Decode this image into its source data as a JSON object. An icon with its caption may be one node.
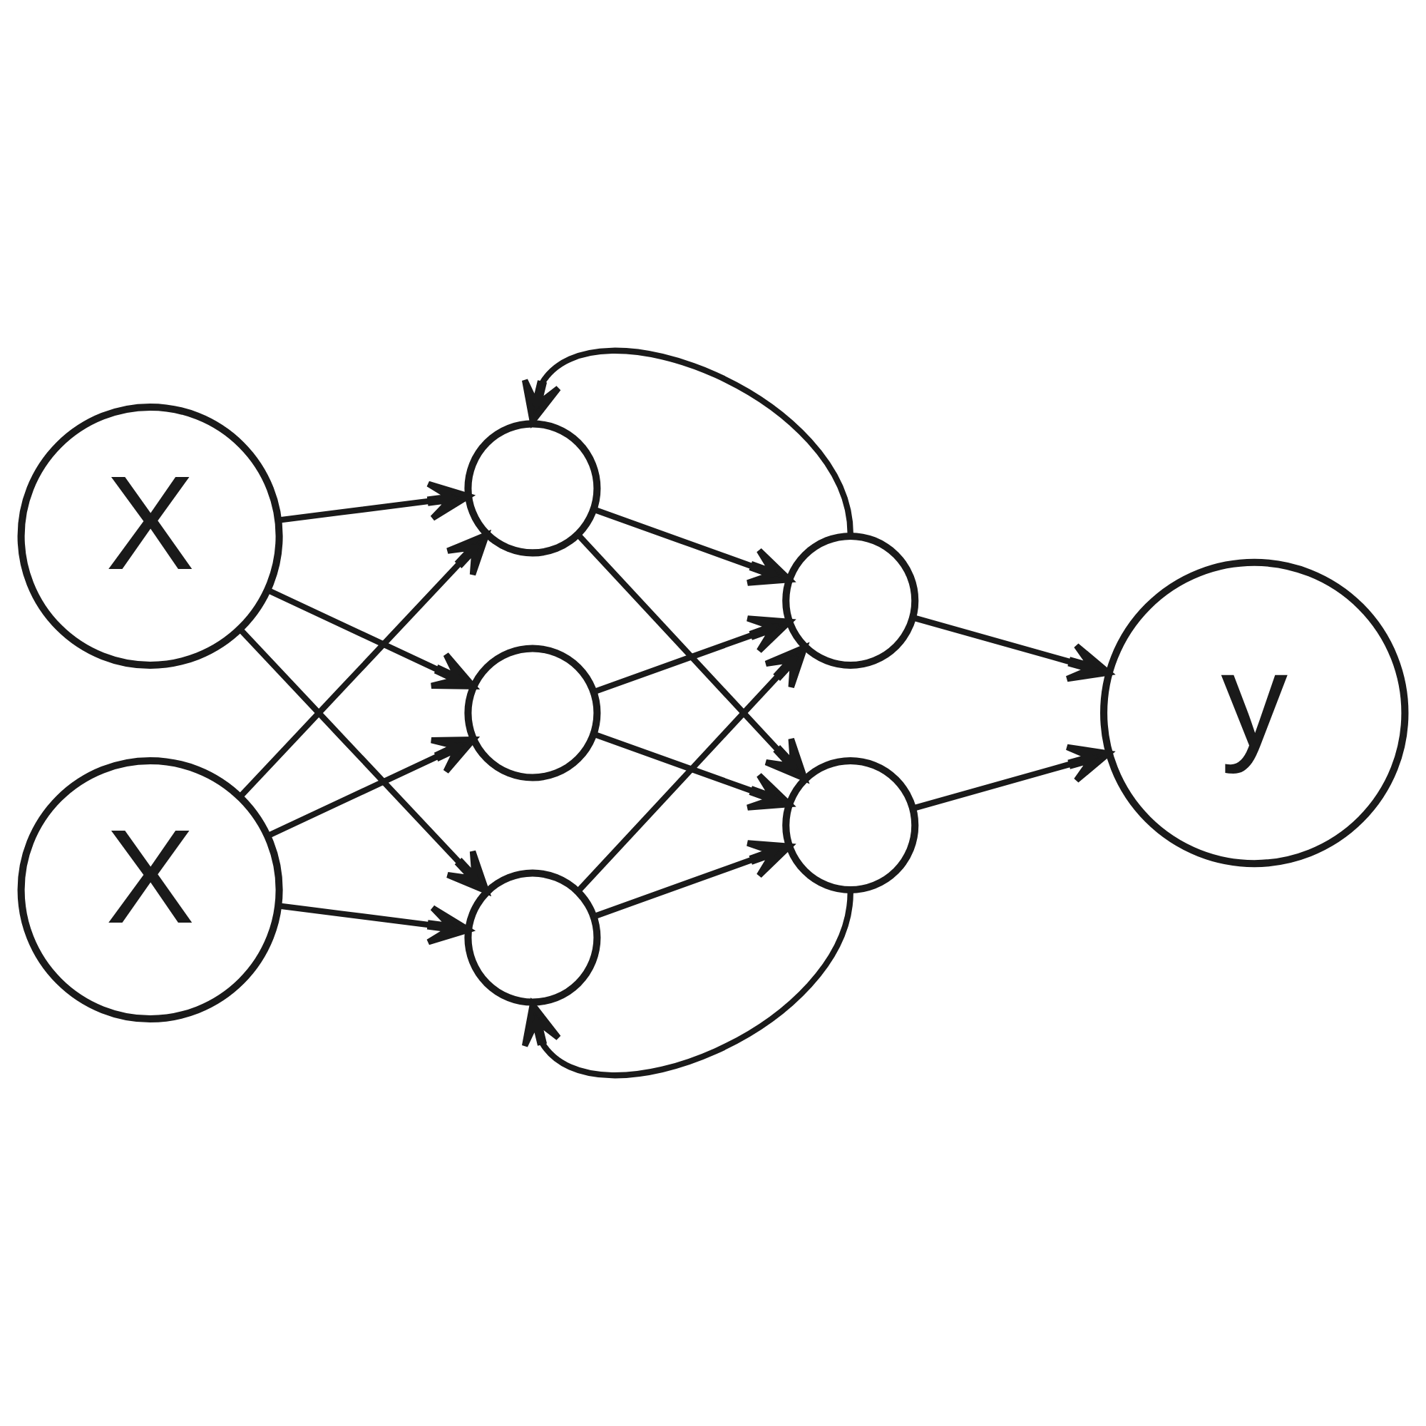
{
  "diagram": {
    "nodes": [
      {
        "text": [
          "X"
        ]
      },
      {
        "text": [
          "X"
        ]
      },
      {
        "text": [],
        "shape": "circle"
      },
      {
        "text": [],
        "shape": "circle"
      },
      {
        "text": [],
        "shape": "circle"
      },
      {
        "text": [],
        "shape": "circle"
      },
      {
        "text": [],
        "shape": "circle"
      },
      {
        "text": [
          "y"
        ]
      }
    ],
    "edges": [
      {
        "from": 0,
        "to": 2,
        "arrow": "to"
      },
      {
        "from": 0,
        "to": 3,
        "arrow": "to"
      },
      {
        "from": 0,
        "to": 4,
        "arrow": "to"
      },
      {
        "from": 1,
        "to": 2,
        "arrow": "to"
      },
      {
        "from": 1,
        "to": 3,
        "arrow": "to"
      },
      {
        "from": 1,
        "to": 4,
        "arrow": "to"
      },
      {
        "from": 2,
        "to": 5,
        "arrow": "to"
      },
      {
        "from": 2,
        "to": 6,
        "arrow": "to"
      },
      {
        "from": 3,
        "to": 5,
        "arrow": "to"
      },
      {
        "from": 3,
        "to": 6,
        "arrow": "to"
      },
      {
        "from": 4,
        "to": 5,
        "arrow": "to"
      },
      {
        "from": 4,
        "to": 6,
        "arrow": "to"
      },
      {
        "from": 5,
        "to": 7,
        "arrow": "to"
      },
      {
        "from": 6,
        "to": 7,
        "arrow": "to"
      },
      {
        "from": 5,
        "to": 2,
        "arrow": "to"
      },
      {
        "from": 6,
        "to": 4,
        "arrow": "to"
      }
    ]
  }
}
